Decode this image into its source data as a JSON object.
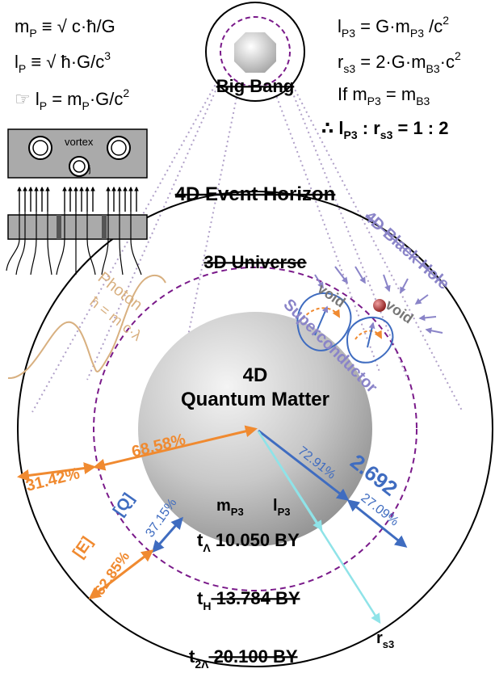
{
  "formulas_left": {
    "line1": {
      "a": "m",
      "a_sub": "P",
      "b": " ≡ √ c·ħ/G"
    },
    "line2": {
      "a": "l",
      "a_sub": "P",
      "b": " ≡ √ ħ·G/c",
      "sup": "3"
    },
    "line3": {
      "hand": "☞",
      "a": " l",
      "a_sub": "P",
      "b": " = m",
      "b_sub": "P",
      "c": "·G/c",
      "sup": "2"
    }
  },
  "formulas_right": {
    "line1": {
      "a": "l",
      "a_sub": "P3",
      "b": " = G·m",
      "b_sub": "P3",
      "c": " /c",
      "sup": "2"
    },
    "line2": {
      "a": "r",
      "a_sub": "s3",
      "b": " = 2·G·m",
      "b_sub": "B3",
      "c": "·c",
      "sup": "2"
    },
    "line3": {
      "a": "If m",
      "a_sub": "P3",
      "b": " =  m",
      "b_sub": "B3"
    },
    "line4": {
      "therefore": "∴",
      "a": " l",
      "a_sub": "P3",
      "b": " : r",
      "b_sub": "s3",
      "c": " = 1 : 2"
    }
  },
  "vortex_box": {
    "vortex_label": "vortex",
    "j_label": "j"
  },
  "labels": {
    "big_bang": "Big Bang",
    "event_horizon": "4D Event Horizon",
    "universe_3d": "3D Universe",
    "black_hole": "4D Black Hole",
    "void_left": "void",
    "void_right": "void",
    "superconductor": "Superconductor",
    "photon": "Photon",
    "photon_formula": "ħ = m·c·λ",
    "quantum_line1": "4D",
    "quantum_line2": "Quantum Matter"
  },
  "percentages": {
    "outer_left": "31.42%",
    "inner_left": "68.58%",
    "ratio_big": "2.692",
    "pct_7291": "72.91%",
    "pct_2709": "27.09%",
    "q_label": "[Q]",
    "pct_3715": "37.15%",
    "e_label": "[E]",
    "pct_6285": "62.85%"
  },
  "sphere_labels": {
    "m_p3": {
      "a": "m",
      "sub": "P3"
    },
    "l_p3": {
      "a": "l",
      "sub": "P3"
    },
    "r_s3": {
      "a": "r",
      "sub": "s3"
    }
  },
  "timeline": {
    "t_lambda": {
      "t": "t",
      "sub": "Λ",
      "value": " 10.050 BY"
    },
    "t_h": {
      "t": "t",
      "sub": "H",
      "value": " 13.784 BY"
    },
    "t_2lambda": {
      "t": "t",
      "sub": "2Λ",
      "value": " 20.100 BY"
    }
  },
  "colors": {
    "orange": "#f08a30",
    "blue": "#3f6cc0",
    "cyan": "#8fe3e8",
    "purple": "#7a1a8a",
    "lavender": "#8a84c8",
    "tan": "#d8b080",
    "dark_red": "#8a1a1a"
  }
}
